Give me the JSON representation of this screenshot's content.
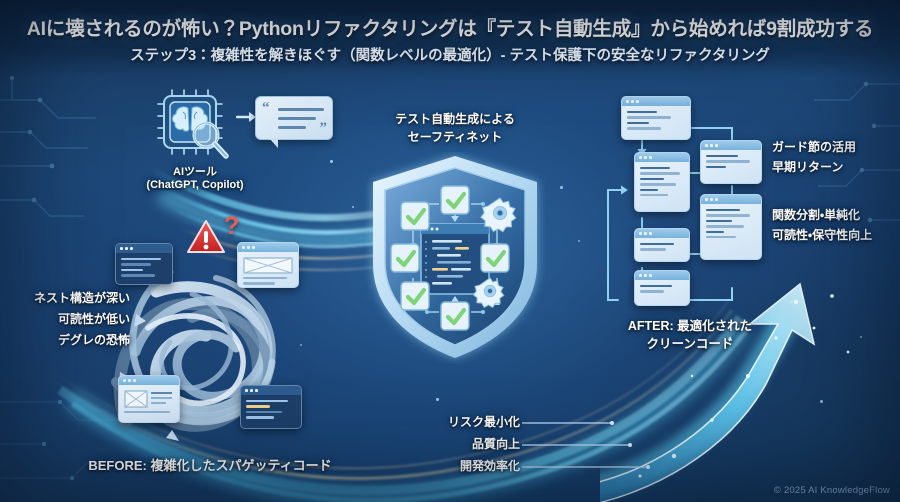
{
  "header": {
    "title": "AIに壊されるのが怖い？Pythonリファクタリングは『テスト自動生成』から始めれば9割成功する",
    "subtitle": "ステップ3：複雑性を解きほぐす（関数レベルの最適化）- テスト保護下の安全なリファクタリング"
  },
  "ai_tool": {
    "label_line1": "AIツール",
    "label_line2": "(ChatGPT, Copilot)",
    "icon": "ai-chip-brain-magnifier-icon",
    "bubble_icon": "speech-bubble-icon"
  },
  "safety_net": {
    "label_line1": "テスト自動生成による",
    "label_line2": "セーフティネット",
    "icon": "shield-icon",
    "check_count": 6,
    "gear_count": 2,
    "center_icon": "code-window-icon"
  },
  "before": {
    "problems": [
      "ネスト構造が深い",
      "可読性が低い",
      "デグレの恐怖"
    ],
    "caption": "BEFORE: 複雑化したスパゲッティコード",
    "warning_icon": "warning-triangle-icon",
    "question_icon": "question-mark-icon",
    "tangle_icon": "tangled-spaghetti-knot-icon"
  },
  "after": {
    "techniques_top": [
      "ガード節の活用",
      "早期リターン"
    ],
    "techniques_bottom": [
      "関数分割・単純化",
      "可読性・保守性向上"
    ],
    "caption_line1": "AFTER: 最適化された",
    "caption_line2": "クリーンコード",
    "flow_icon": "clean-code-flowchart-icon",
    "panel_count": 6
  },
  "benefits": {
    "items": [
      "リスク最小化",
      "品質向上",
      "開発効率化"
    ],
    "arrow_icon": "upward-growth-arrow-icon"
  },
  "footer": {
    "copyright": "© 2025 AI KnowledgeFlow"
  },
  "colors": {
    "background_deep": "#12304f",
    "background_mid": "#1d4878",
    "accent_cyan": "#5fd2f5",
    "accent_gold": "#f0cf8e",
    "shield_blue": "#2f6fb5",
    "check_green": "#8fdc8a",
    "warning_red": "#e03a3a",
    "text_white": "#ffffff",
    "footer_gray": "#8fb2d4"
  }
}
